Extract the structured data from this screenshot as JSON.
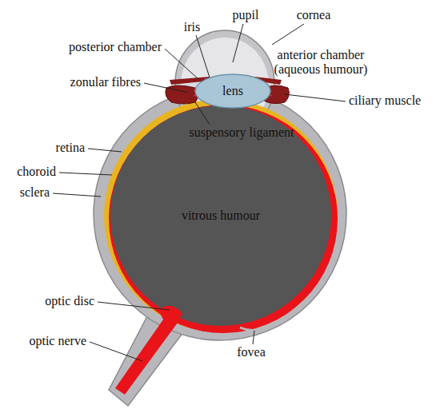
{
  "diagram": {
    "nodes": [
      {
        "text": [
          "lens"
        ]
      },
      {
        "text": [
          "vitrous humour"
        ]
      }
    ],
    "labels": [
      "iris",
      "pupil",
      "cornea",
      "posterior chamber",
      "anterior chamber (aqueous humour)",
      "zonular fibres",
      "ciliary muscle",
      "suspensory ligament",
      "retina",
      "choroid",
      "sclera",
      "optic disc",
      "optic nerve",
      "fovea"
    ]
  }
}
